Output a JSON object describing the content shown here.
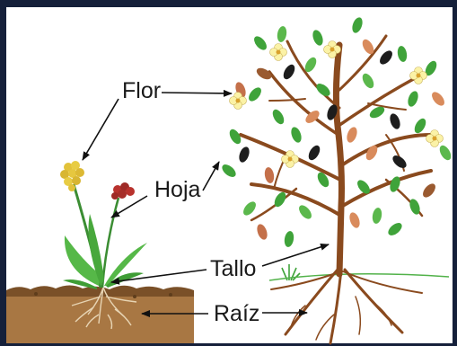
{
  "labels": {
    "flower": "Flor",
    "leaf": "Hoja",
    "stem": "Tallo",
    "root": "Raíz"
  },
  "colors": {
    "frame": "#15203a",
    "soil": "#a87743",
    "trunk": "#8a4a1e",
    "leaf_green": "#3fa33a",
    "flower_yellow": "#fbf2a6",
    "arrow": "#111111"
  }
}
